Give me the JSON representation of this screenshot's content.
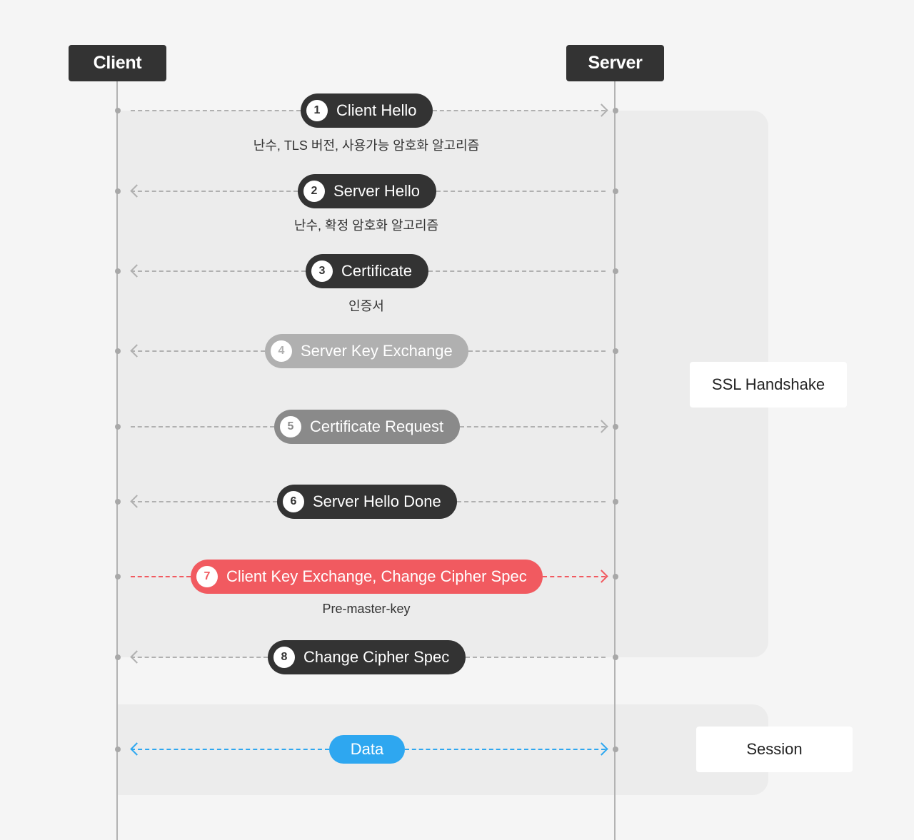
{
  "actors": {
    "client": "Client",
    "server": "Server"
  },
  "regions": {
    "handshake_label": "SSL Handshake",
    "session_label": "Session"
  },
  "messages": [
    {
      "num": "1",
      "label": "Client Hello",
      "direction": "right",
      "style": "dark",
      "note": "난수, TLS 버전, 사용가능 암호화 알고리즘"
    },
    {
      "num": "2",
      "label": "Server Hello",
      "direction": "left",
      "style": "dark",
      "note": "난수, 확정 암호화 알고리즘"
    },
    {
      "num": "3",
      "label": "Certificate",
      "direction": "left",
      "style": "dark",
      "note": "인증서"
    },
    {
      "num": "4",
      "label": "Server Key Exchange",
      "direction": "left",
      "style": "light-gray",
      "note": ""
    },
    {
      "num": "5",
      "label": "Certificate Request",
      "direction": "right",
      "style": "gray",
      "note": ""
    },
    {
      "num": "6",
      "label": "Server Hello Done",
      "direction": "left",
      "style": "dark",
      "note": ""
    },
    {
      "num": "7",
      "label": "Client Key Exchange, Change Cipher Spec",
      "direction": "right",
      "style": "red",
      "note": "Pre-master-key"
    },
    {
      "num": "8",
      "label": "Change Cipher Spec",
      "direction": "left",
      "style": "dark",
      "note": ""
    }
  ],
  "data_message": {
    "label": "Data",
    "direction": "both"
  },
  "colors": {
    "dark": "#333333",
    "gray": "#8a8a8a",
    "light_gray": "#b0b0b0",
    "red": "#f15a60",
    "blue": "#2ea7f0",
    "background": "#f5f5f5",
    "region": "#ececec"
  }
}
